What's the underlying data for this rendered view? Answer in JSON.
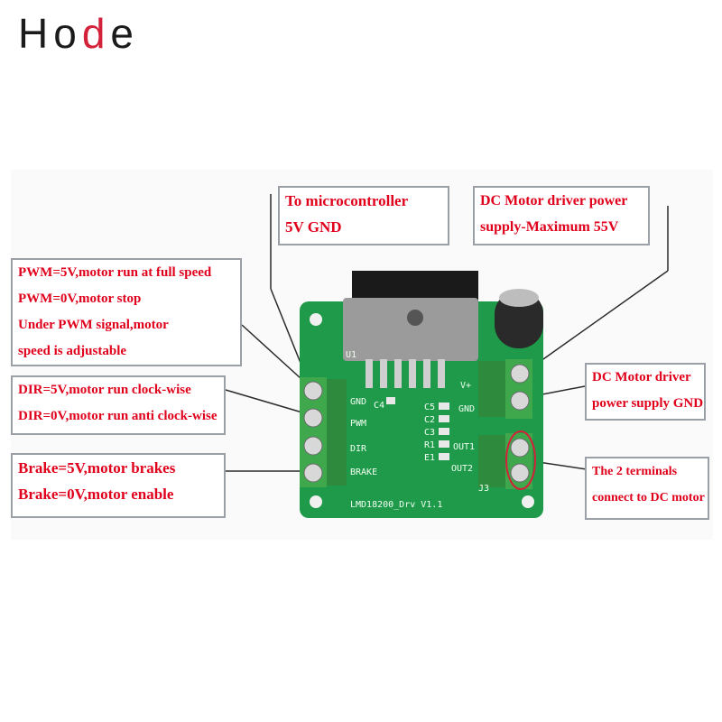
{
  "brand": {
    "prefix": "Ho",
    "dot": "d",
    "suffix": "e"
  },
  "board": {
    "silkscreen": {
      "gnd": "GND",
      "pwm": "PWM",
      "dir": "DIR",
      "brake": "BRAKE",
      "vplus": "V+",
      "gnd2": "GND",
      "out1": "OUT1",
      "out2": "OUT2",
      "model": "LMD18200_Drv  V1.1",
      "u1": "U1",
      "c4": "C4",
      "c5": "C5",
      "c2": "C2",
      "c3": "C3",
      "r1": "R1",
      "e1": "E1",
      "j3": "J3"
    }
  },
  "callouts": {
    "micro": {
      "lines": [
        "To microcontroller",
        "5V GND"
      ]
    },
    "power": {
      "lines": [
        "DC Motor driver power",
        "supply-Maximum 55V"
      ]
    },
    "pwm": {
      "lines": [
        "PWM=5V,motor run at full speed",
        "PWM=0V,motor stop",
        "Under PWM signal,motor",
        "speed is adjustable"
      ]
    },
    "dir": {
      "lines": [
        "DIR=5V,motor run clock-wise",
        "DIR=0V,motor run anti clock-wise"
      ]
    },
    "brake": {
      "lines": [
        "Brake=5V,motor brakes",
        "Brake=0V,motor enable"
      ]
    },
    "gnd": {
      "lines": [
        "DC Motor driver",
        "power supply GND"
      ]
    },
    "motor": {
      "lines": [
        "The 2 terminals",
        "connect to DC motor"
      ]
    }
  },
  "colors": {
    "text_red": "#e0001b",
    "pcb_green": "#1f9a4a",
    "terminal_green": "#3fa84d",
    "brand_dot": "#d4213a"
  }
}
